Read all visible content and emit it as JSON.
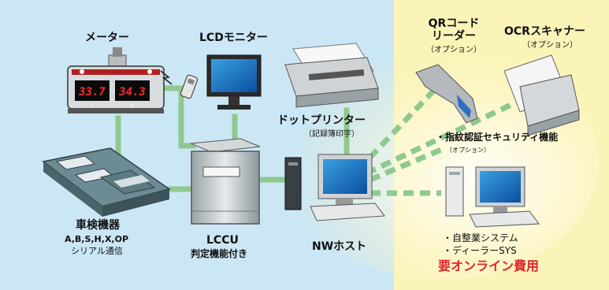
{
  "labels": {
    "meter": "メーター",
    "lcd_monitor": "LCDモニター",
    "qr_reader_line1": "QRコード",
    "qr_reader_line2": "リーダー",
    "qr_reader_option": "（オプション）",
    "ocr_scanner": "OCRスキャナー",
    "ocr_scanner_option": "（オプション）",
    "dot_printer": "ドットプリンター",
    "dot_printer_sub": "（記録簿印字）",
    "fingerprint": "・指紋認証セキュリティ機能",
    "fingerprint_option": "（オプション）",
    "inspection_equipment": "車検機器",
    "inspection_types": "A,B,S,H,X,OP",
    "serial": "シリアル通信",
    "lccu": "LCCU",
    "lccu_sub": "判定機能付き",
    "nw_host": "NWホスト",
    "system_item1": "・自整業システム",
    "system_item2": "・ディーラーSYS",
    "online_fee": "要オンライン費用"
  },
  "meter_readings": {
    "left": "33.7",
    "right": "34.3",
    "left_tag": "L",
    "right_tag": "R"
  },
  "colors": {
    "left_panel_bg": "#cbe6f4",
    "right_panel_bg": "#fbf4b9",
    "wired_link": "#8ec98e",
    "wireless_link": "#8ec98e",
    "accent_red": "#e0242a"
  }
}
